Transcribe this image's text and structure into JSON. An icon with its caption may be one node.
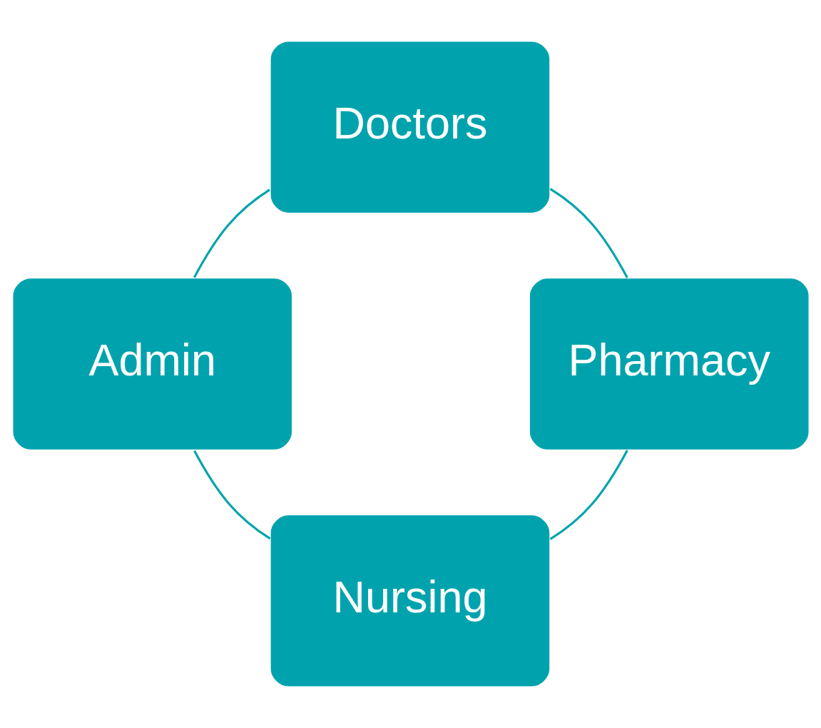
{
  "diagram": {
    "nodes": [
      {
        "text": [
          "Doctors"
        ]
      },
      {
        "text": [
          "Admin"
        ]
      },
      {
        "text": [
          "Pharmacy"
        ]
      },
      {
        "text": [
          "Nursing"
        ]
      }
    ],
    "edges": [
      {
        "from": 0,
        "to": 1,
        "arrow": "none"
      },
      {
        "from": 0,
        "to": 2,
        "arrow": "none"
      },
      {
        "from": 1,
        "to": 3,
        "arrow": "none"
      },
      {
        "from": 2,
        "to": 3,
        "arrow": "none"
      }
    ]
  }
}
